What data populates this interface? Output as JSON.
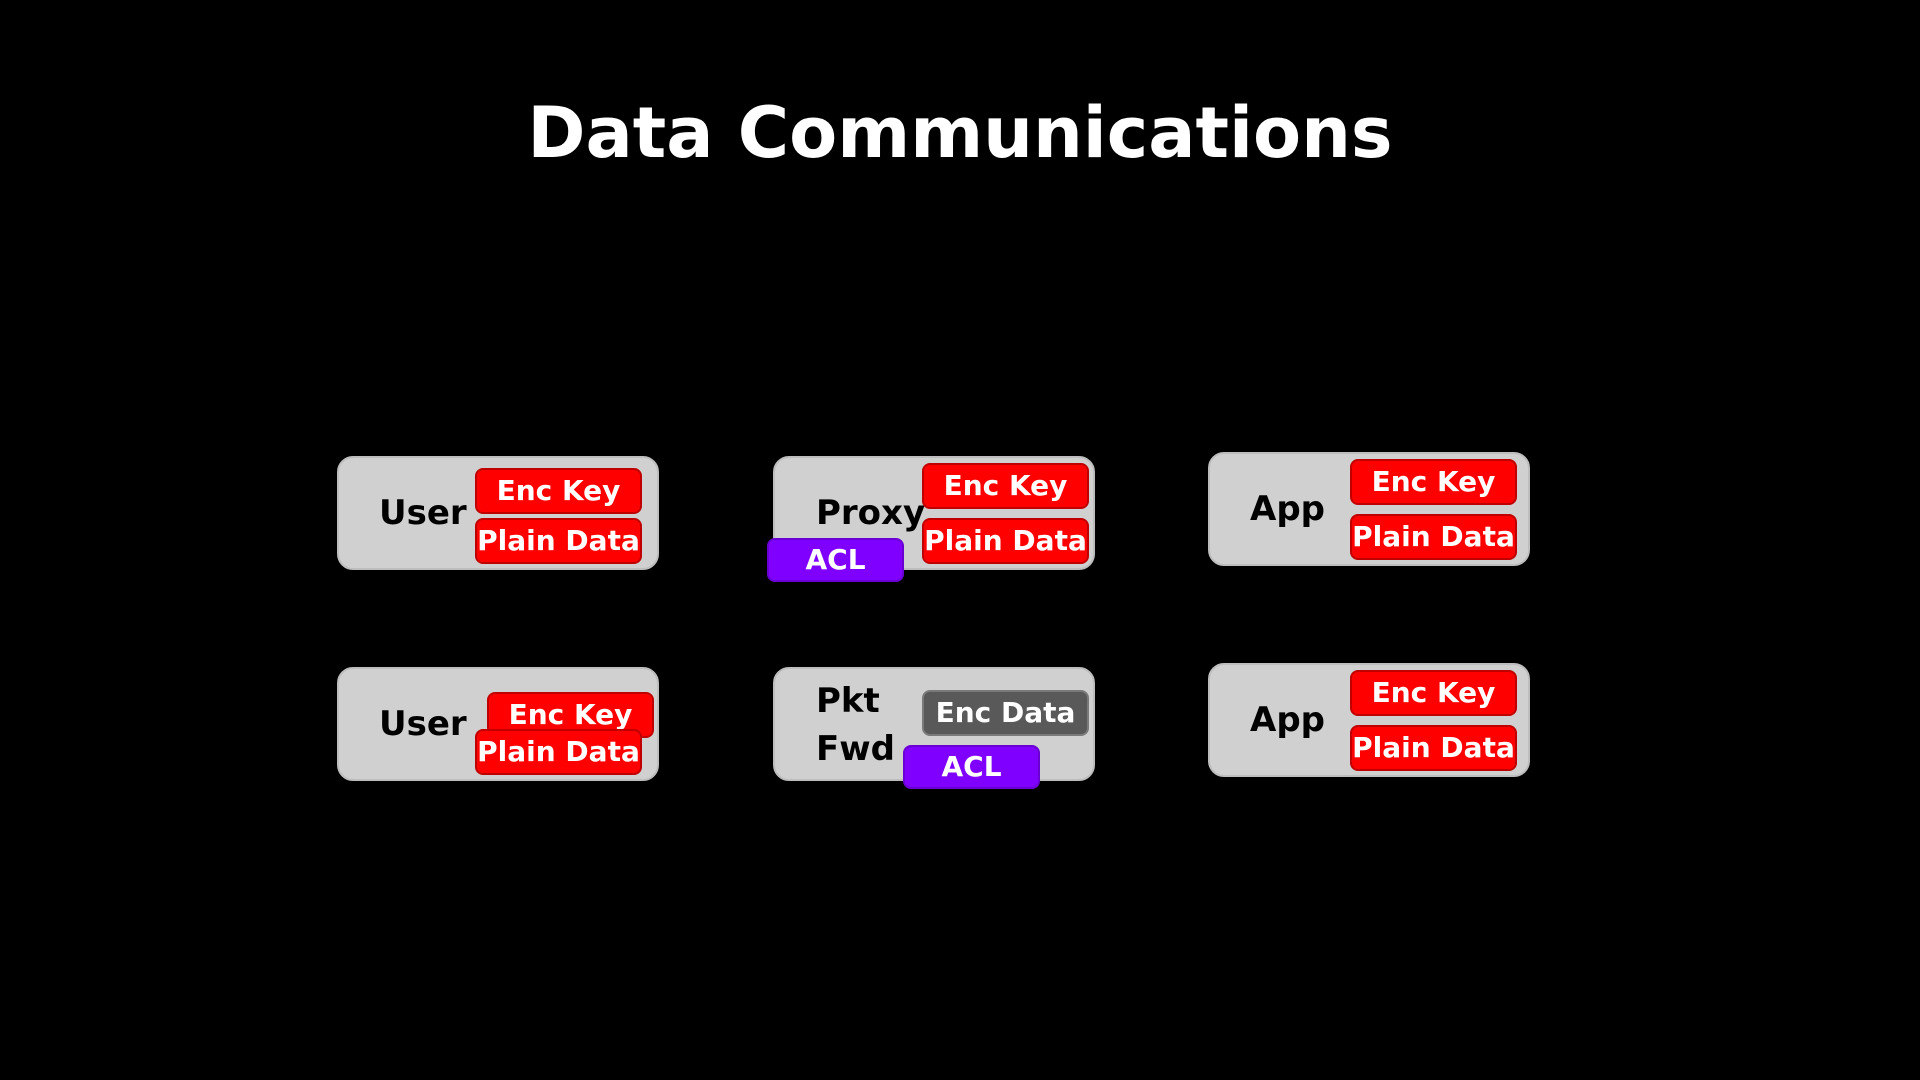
{
  "title": "Data Communications",
  "colors": {
    "background": "#000000",
    "box": "#d0d0d0",
    "enc_key": "#ff0000",
    "plain_data": "#ff0000",
    "enc_data": "#595959",
    "acl": "#8000ff"
  },
  "row1": {
    "user": {
      "label": "User",
      "enc_key": "Enc Key",
      "plain_data": "Plain Data"
    },
    "proxy": {
      "label": "Proxy",
      "enc_key": "Enc Key",
      "plain_data": "Plain Data",
      "acl": "ACL"
    },
    "app": {
      "label": "App",
      "enc_key": "Enc Key",
      "plain_data": "Plain Data"
    }
  },
  "row2": {
    "user": {
      "label": "User",
      "enc_key": "Enc Key",
      "plain_data": "Plain Data"
    },
    "pkt_fwd": {
      "label_line1": "Pkt",
      "label_line2": "Fwd",
      "enc_data": "Enc Data",
      "acl": "ACL"
    },
    "app": {
      "label": "App",
      "enc_key": "Enc Key",
      "plain_data": "Plain Data"
    }
  }
}
